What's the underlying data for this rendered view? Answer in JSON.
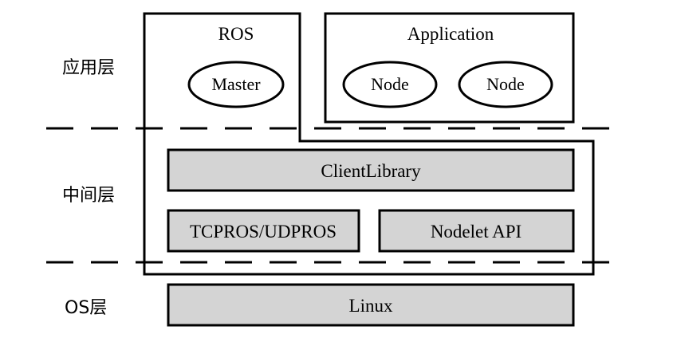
{
  "layers": {
    "application": "应用层",
    "middle": "中间层",
    "os": "OS层"
  },
  "ros": {
    "title": "ROS",
    "master": "Master"
  },
  "application": {
    "title": "Application",
    "nodes": [
      "Node",
      "Node"
    ]
  },
  "middleware": {
    "client_library": "ClientLibrary",
    "tcpros": "TCPROS/UDPROS",
    "nodelet": "Nodelet API"
  },
  "os": {
    "linux": "Linux"
  },
  "colors": {
    "box_fill": "#d4d4d4",
    "stroke": "#000000",
    "background": "#ffffff"
  }
}
